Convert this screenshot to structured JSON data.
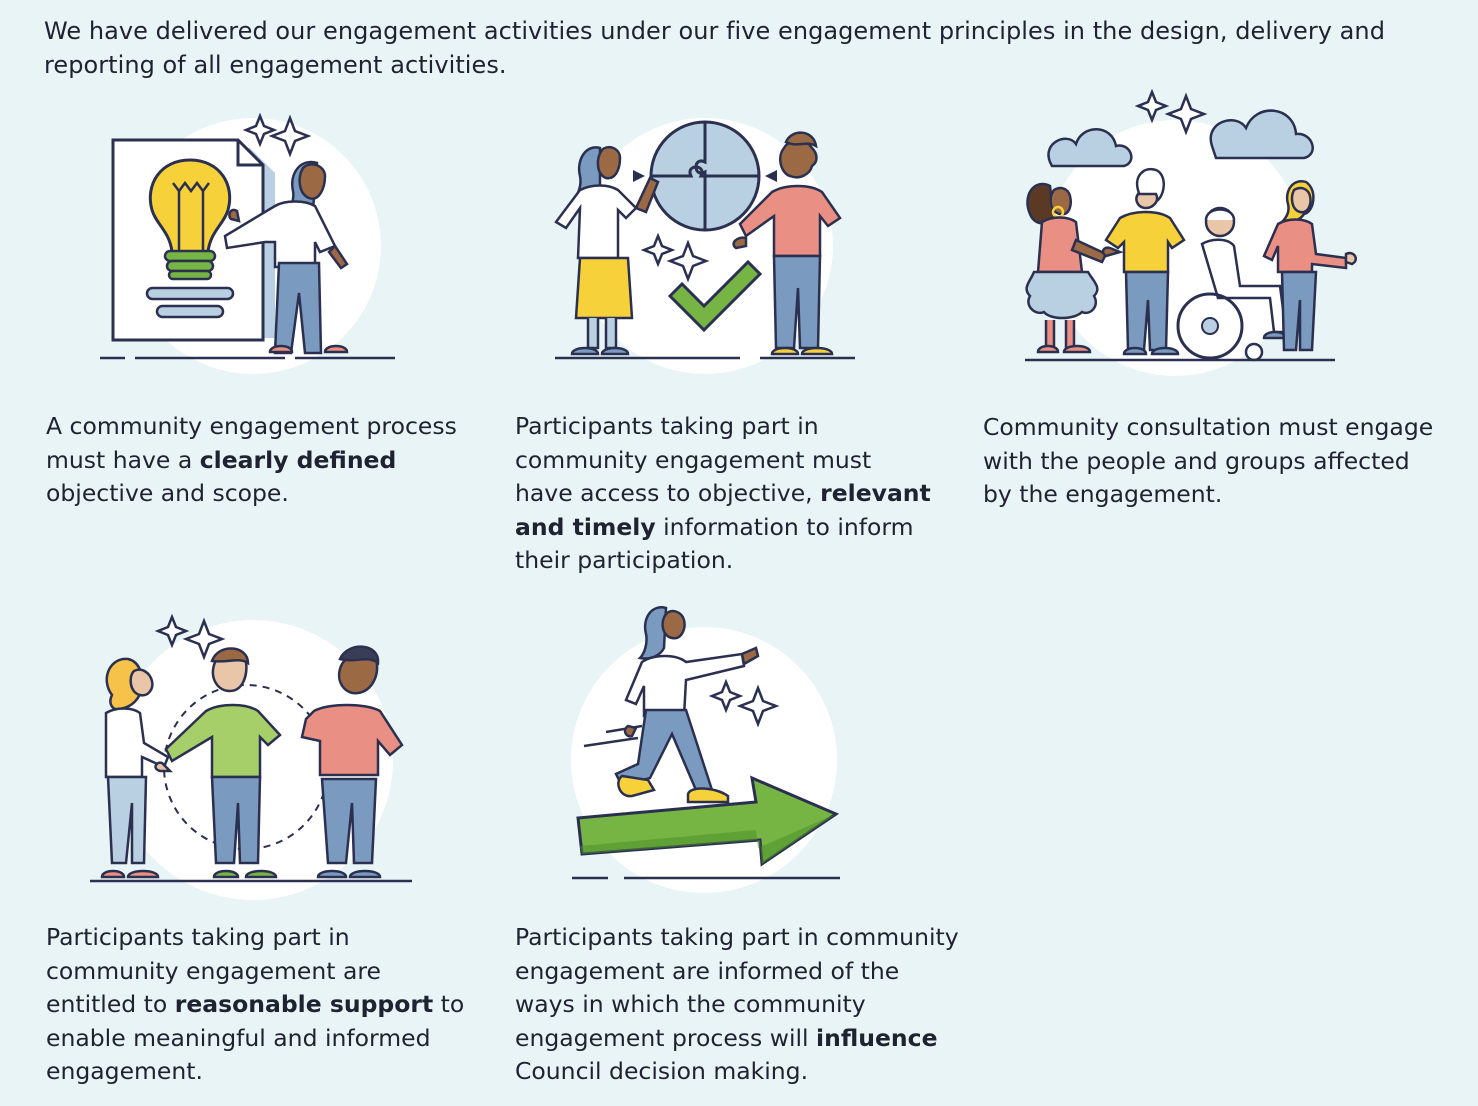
{
  "intro": "We have delivered our engagement activities under our five engagement principles in the design, delivery and reporting of all engagement activities.",
  "principles": [
    {
      "illustration": "presenter-lightbulb-document",
      "caption": {
        "l1": "A community engagement process",
        "l2a": "must have a ",
        "l2b": "clearly defined",
        "l3": "objective and scope."
      }
    },
    {
      "illustration": "two-people-puzzle-checkmark",
      "caption": {
        "l1": "Participants taking part in",
        "l2": "community engagement must",
        "l3a": "have access to objective, ",
        "l3b": "relevant",
        "l4a": "and timely",
        "l4b": " information to inform",
        "l5": "their participation."
      }
    },
    {
      "illustration": "diverse-group-with-clouds",
      "caption": {
        "l1": "Community consultation must engage",
        "l2": "with the people and groups affected",
        "l3": "by the engagement."
      }
    },
    {
      "illustration": "three-people-circle-handshake",
      "caption": {
        "l1": "Participants taking part in",
        "l2": "community engagement are",
        "l3a": "entitled to ",
        "l3b": "reasonable support",
        "l3c": " to",
        "l4": "enable meaningful and informed",
        "l5": "engagement."
      }
    },
    {
      "illustration": "person-walking-on-arrow",
      "caption": {
        "l1": "Participants taking part in community",
        "l2": "engagement are informed of the",
        "l3": "ways in which the community",
        "l4a": "engagement process will ",
        "l4b": "influence",
        "l5": "Council decision making."
      }
    }
  ],
  "colors": {
    "background": "#e8f4f5",
    "outline": "#2b3050",
    "yellow": "#f7d13a",
    "green": "#76b543",
    "coral": "#e98f83",
    "denim": "#7a9bbf",
    "light_blue": "#b9d0e2",
    "skin_brown": "#9b6a45"
  }
}
